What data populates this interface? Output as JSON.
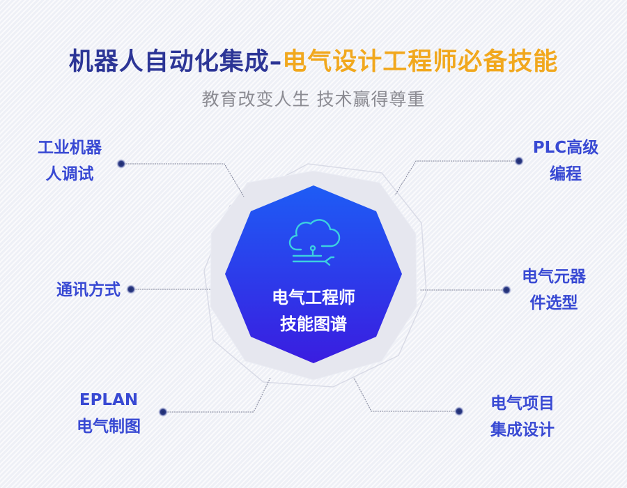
{
  "header": {
    "title_part1": "机器人自动化集成–",
    "title_part2": "电气设计工程师必备技能",
    "subtitle": "教育改变人生 技术赢得尊重"
  },
  "center": {
    "icon": "cloud-network-icon",
    "line1": "电气工程师",
    "line2": "技能图谱"
  },
  "skills": [
    {
      "line1": "工业机器",
      "line2": "人调试",
      "position": "top-left"
    },
    {
      "line1": "PLC高级",
      "line2": "编程",
      "position": "top-right"
    },
    {
      "line1": "通讯方式",
      "line2": "",
      "position": "middle-left"
    },
    {
      "line1": "电气元器",
      "line2": "件选型",
      "position": "middle-right"
    },
    {
      "line1": "EPLAN",
      "line2": "电气制图",
      "position": "bottom-left"
    },
    {
      "line1": "电气项目",
      "line2": "集成设计",
      "position": "bottom-right"
    }
  ],
  "colors": {
    "title_primary": "#2c3596",
    "title_accent": "#f1a81e",
    "subtitle": "#8b8b92",
    "label": "#3849d3",
    "center_gradient_top": "#1e5cf5",
    "center_gradient_bottom": "#3a1de0",
    "icon": "#3cd0e0",
    "background": "#f3f4f9"
  }
}
